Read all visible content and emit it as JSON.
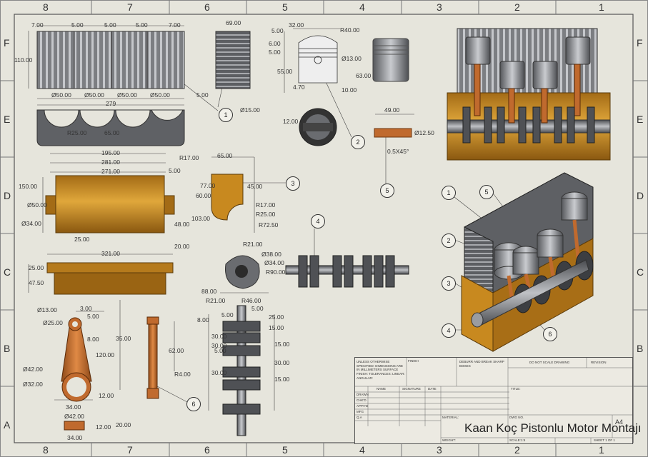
{
  "zones": {
    "columns": [
      "8",
      "7",
      "6",
      "5",
      "4",
      "3",
      "2",
      "1"
    ],
    "rows": [
      "F",
      "E",
      "D",
      "C",
      "B",
      "A"
    ]
  },
  "balloons": [
    "1",
    "2",
    "3",
    "4",
    "5",
    "6",
    "1",
    "5",
    "2",
    "3",
    "4",
    "6"
  ],
  "dimensions": {
    "block": [
      "7.00",
      "5.00",
      "5.00",
      "5.00",
      "7.00",
      "110.00",
      "Ø50.00",
      "Ø50.00",
      "Ø50.00",
      "Ø50.00",
      "279",
      "5.00",
      "R25.00",
      "65.00",
      "R17.00",
      "195.00",
      "281.00",
      "271.00",
      "5.00"
    ],
    "head": [
      "69.00"
    ],
    "piston": [
      "32.00",
      "R40.00",
      "5.00",
      "6.00",
      "5.00",
      "Ø13.00",
      "55.00",
      "63.00",
      "4.70",
      "10.00",
      "Ø15.00",
      "12.00"
    ],
    "pin": [
      "49.00",
      "Ø12.50",
      "0.5X45°"
    ],
    "base": [
      "150.00",
      "Ø50.00",
      "Ø34.00",
      "25.00",
      "321.00",
      "25.00",
      "47.50",
      "103.00",
      "48.00",
      "20.00"
    ],
    "cap": [
      "65.00",
      "77.00",
      "45.00",
      "60.00",
      "R17.00",
      "R25.00",
      "R72.50"
    ],
    "cam": [
      "R21.00",
      "Ø38.00",
      "Ø34.00",
      "R90.00",
      "88.00",
      "R21.00",
      "R46.00"
    ],
    "rod": [
      "Ø13.00",
      "3.00",
      "Ø25.00",
      "5.00",
      "8.00",
      "120.00",
      "Ø42.00",
      "Ø32.00",
      "12.00",
      "34.00",
      "Ø42.00",
      "20.00",
      "12.00",
      "34.00",
      "35.00",
      "62.00",
      "R4.00"
    ],
    "crank": [
      "5.00",
      "25.00",
      "5.00",
      "8.00",
      "30.00",
      "30.00",
      "5.00",
      "15.00",
      "30.00",
      "30.00",
      "15.00",
      "15.00"
    ]
  },
  "title_block": {
    "notes": "UNLESS OTHERWISE SPECIFIED: DIMENSIONS ARE IN MILLIMETERS SURFACE FINISH: TOLERANCES: LINEAR: ANGULAR:",
    "finish": "FINISH",
    "deburr": "DEBURR AND BREAK SHARP EDGES",
    "do_not_scale": "DO NOT SCALE DRAWING",
    "revision": "REVISION",
    "col_name": "NAME",
    "col_signature": "SIGNATURE",
    "col_date": "DATE",
    "title_label": "TITLE:",
    "rows": [
      "DRAWN",
      "CHK'D",
      "APPV'D",
      "MFG",
      "Q.A"
    ],
    "material": "MATERIAL:",
    "dwg_no": "DWG NO.",
    "weight": "WEIGHT:",
    "scale": "SCALE:1:5",
    "sheet": "SHEET 1 OF 1",
    "size": "A4",
    "drawing_title": "Kaan Koç Pistonlu Motor Montajı"
  },
  "colors": {
    "bronze": "#c8891f",
    "bronze_dark": "#8f5d12",
    "steel": "#6d6f73",
    "rod": "#c06a2e",
    "paper": "#e6e5dc"
  }
}
